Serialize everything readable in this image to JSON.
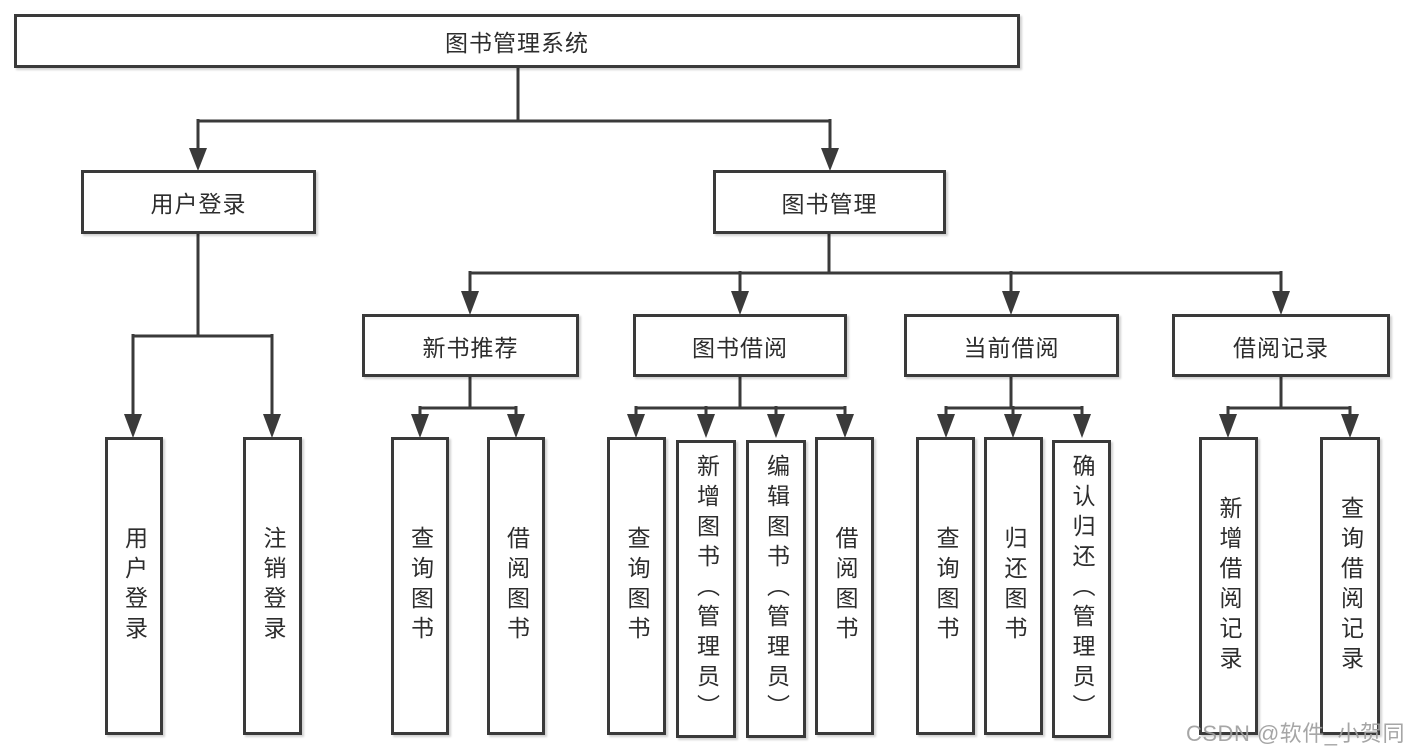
{
  "diagram": {
    "type": "tree",
    "colors": {
      "line": "#3a3a3a",
      "box_border": "#3a3a3a",
      "box_fill": "#ffffff",
      "text": "#2d2d2d",
      "watermark_text": "#9e9e9e"
    },
    "root": {
      "label": "图书管理系统"
    },
    "level2": [
      {
        "label": "用户登录"
      },
      {
        "label": "图书管理"
      }
    ],
    "level3": [
      {
        "label": "新书推荐"
      },
      {
        "label": "图书借阅"
      },
      {
        "label": "当前借阅"
      },
      {
        "label": "借阅记录"
      }
    ],
    "leaves": {
      "user_login": [
        "用户登录",
        "注销登录"
      ],
      "new_book": [
        "查询图书",
        "借阅图书"
      ],
      "book_borrow": [
        "查询图书",
        "新增图书（管理员）",
        "编辑图书（管理员）",
        "借阅图书"
      ],
      "current_borrow": [
        "查询图书",
        "归还图书",
        "确认归还（管理员）"
      ],
      "borrow_record": [
        "新增借阅记录",
        "查询借阅记录"
      ]
    },
    "watermark": "CSDN @软件_小贺同学"
  }
}
